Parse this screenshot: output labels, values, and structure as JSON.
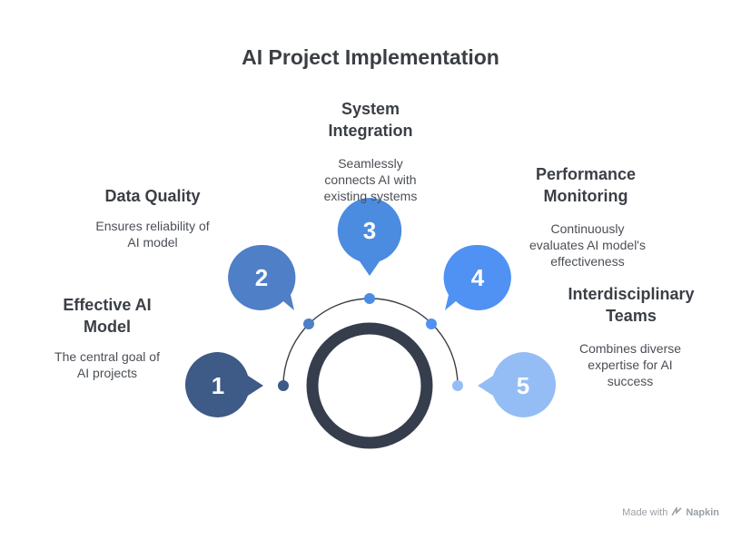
{
  "title": "AI Project Implementation",
  "steps": [
    {
      "number": "1",
      "title_line1": "Effective AI",
      "title_line2": "Model",
      "desc_line1": "The central goal of",
      "desc_line2": "AI projects",
      "desc_line3": "",
      "color": "#3e5a86"
    },
    {
      "number": "2",
      "title_line1": "Data Quality",
      "title_line2": "",
      "desc_line1": "Ensures reliability of",
      "desc_line2": "AI model",
      "desc_line3": "",
      "color": "#4f7fc6"
    },
    {
      "number": "3",
      "title_line1": "System",
      "title_line2": "Integration",
      "desc_line1": "Seamlessly",
      "desc_line2": "connects AI with",
      "desc_line3": "existing systems",
      "color": "#4b8be0"
    },
    {
      "number": "4",
      "title_line1": "Performance",
      "title_line2": "Monitoring",
      "desc_line1": "Continuously",
      "desc_line2": "evaluates AI model's",
      "desc_line3": "effectiveness",
      "color": "#4f92f3"
    },
    {
      "number": "5",
      "title_line1": "Interdisciplinary",
      "title_line2": "Teams",
      "desc_line1": "Combines diverse",
      "desc_line2": "expertise for AI",
      "desc_line3": "success",
      "color": "#95bdf5"
    }
  ],
  "colors": {
    "ring": "#363d4c",
    "arc": "#3b3f45",
    "text": "#3b3f45"
  },
  "footer": {
    "made_with": "Made with",
    "brand": "Napkin",
    "icon": "napkin-logo-icon"
  }
}
